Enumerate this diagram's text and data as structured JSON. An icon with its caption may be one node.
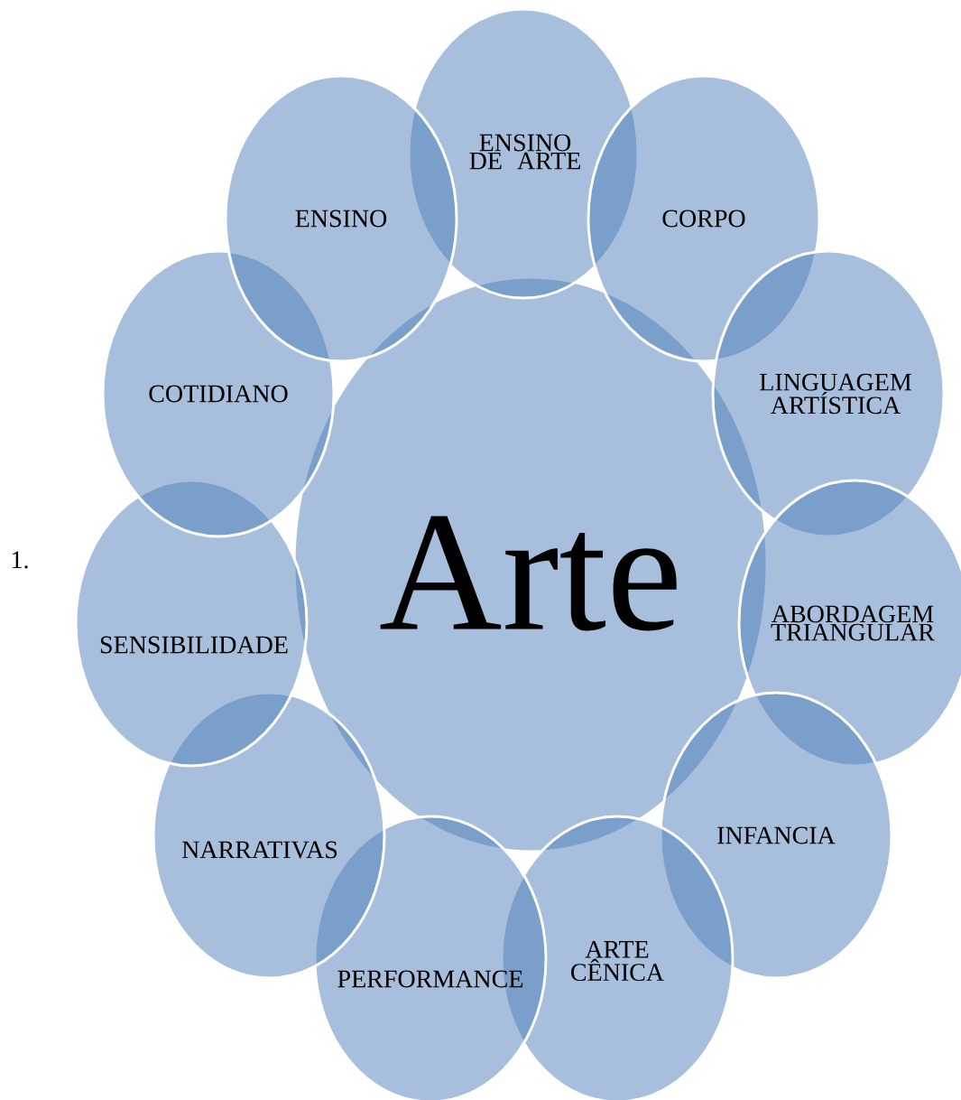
{
  "diagram": {
    "nodes": [
      {
        "text": [
          "Arte"
        ]
      },
      {
        "text": [
          "ENSINO DE ARTE"
        ]
      },
      {
        "text": [
          "CORPO"
        ]
      },
      {
        "text": [
          "LINGUAGEM ARTÍSTICA"
        ]
      },
      {
        "text": [
          "ABORDAGEM TRIANGULAR"
        ]
      },
      {
        "text": [
          "INFANCIA"
        ]
      },
      {
        "text": [
          "ARTE CÊNICA"
        ]
      },
      {
        "text": [
          "PERFORMANCE"
        ]
      },
      {
        "text": [
          "NARRATIVAS"
        ]
      },
      {
        "text": [
          "SENSIBILIDADE"
        ]
      },
      {
        "text": [
          "COTIDIANO"
        ]
      },
      {
        "text": [
          "ENSINO"
        ]
      }
    ],
    "labels": [
      "1."
    ]
  }
}
